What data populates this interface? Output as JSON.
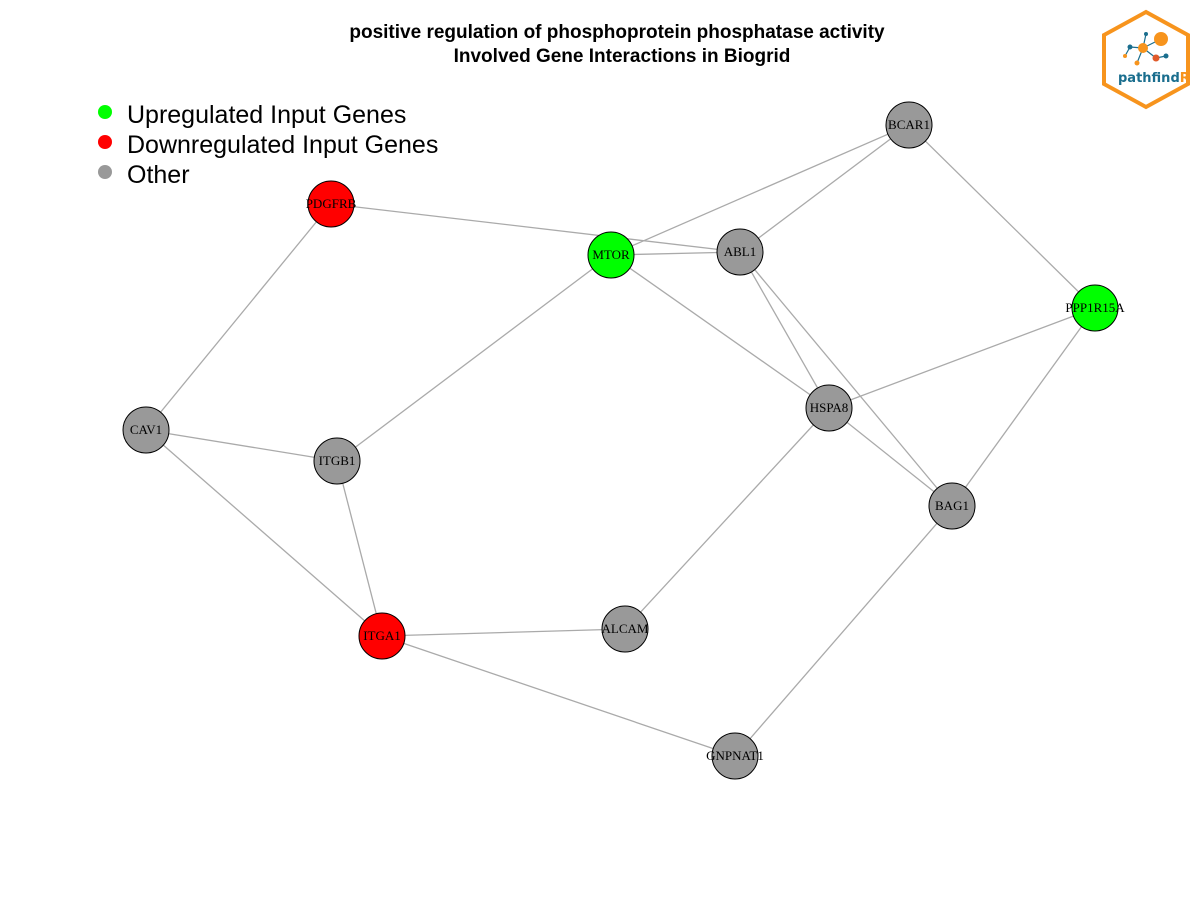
{
  "title": {
    "line1": "positive regulation of phosphoprotein phosphatase activity",
    "line2": "Involved Gene Interactions in Biogrid"
  },
  "legend": [
    {
      "label": "Upregulated Input Genes",
      "color": "#00ff00"
    },
    {
      "label": "Downregulated Input Genes",
      "color": "#ff0000"
    },
    {
      "label": "Other",
      "color": "#999999"
    }
  ],
  "logo": {
    "text_main": "pathfind",
    "text_accent": "R",
    "border_color": "#f7941d",
    "main_color": "#1a6e8e"
  },
  "colors": {
    "up": "#00ff00",
    "down": "#ff0000",
    "other": "#999999",
    "edge": "#aaaaaa"
  },
  "nodes": [
    {
      "id": "BCAR1",
      "label": "BCAR1",
      "type": "other"
    },
    {
      "id": "PDGFRB",
      "label": "PDGFRB",
      "type": "down"
    },
    {
      "id": "MTOR",
      "label": "MTOR",
      "type": "up"
    },
    {
      "id": "ABL1",
      "label": "ABL1",
      "type": "other"
    },
    {
      "id": "PPP1R15A",
      "label": "PPP1R15A",
      "type": "up"
    },
    {
      "id": "HSPA8",
      "label": "HSPA8",
      "type": "other"
    },
    {
      "id": "CAV1",
      "label": "CAV1",
      "type": "other"
    },
    {
      "id": "ITGB1",
      "label": "ITGB1",
      "type": "other"
    },
    {
      "id": "BAG1",
      "label": "BAG1",
      "type": "other"
    },
    {
      "id": "ITGA1",
      "label": "ITGA1",
      "type": "down"
    },
    {
      "id": "ALCAM",
      "label": "ALCAM",
      "type": "other"
    },
    {
      "id": "GNPNAT1",
      "label": "GNPNAT1",
      "type": "other"
    }
  ],
  "edges": [
    [
      "PDGFRB",
      "ABL1"
    ],
    [
      "PDGFRB",
      "CAV1"
    ],
    [
      "MTOR",
      "ABL1"
    ],
    [
      "MTOR",
      "BCAR1"
    ],
    [
      "MTOR",
      "HSPA8"
    ],
    [
      "MTOR",
      "ITGB1"
    ],
    [
      "ABL1",
      "BCAR1"
    ],
    [
      "ABL1",
      "HSPA8"
    ],
    [
      "ABL1",
      "BAG1"
    ],
    [
      "BCAR1",
      "PPP1R15A"
    ],
    [
      "PPP1R15A",
      "HSPA8"
    ],
    [
      "PPP1R15A",
      "BAG1"
    ],
    [
      "HSPA8",
      "BAG1"
    ],
    [
      "HSPA8",
      "ALCAM"
    ],
    [
      "CAV1",
      "ITGB1"
    ],
    [
      "CAV1",
      "ITGA1"
    ],
    [
      "ITGB1",
      "ITGA1"
    ],
    [
      "ITGA1",
      "ALCAM"
    ],
    [
      "ITGA1",
      "GNPNAT1"
    ],
    [
      "BAG1",
      "GNPNAT1"
    ]
  ]
}
